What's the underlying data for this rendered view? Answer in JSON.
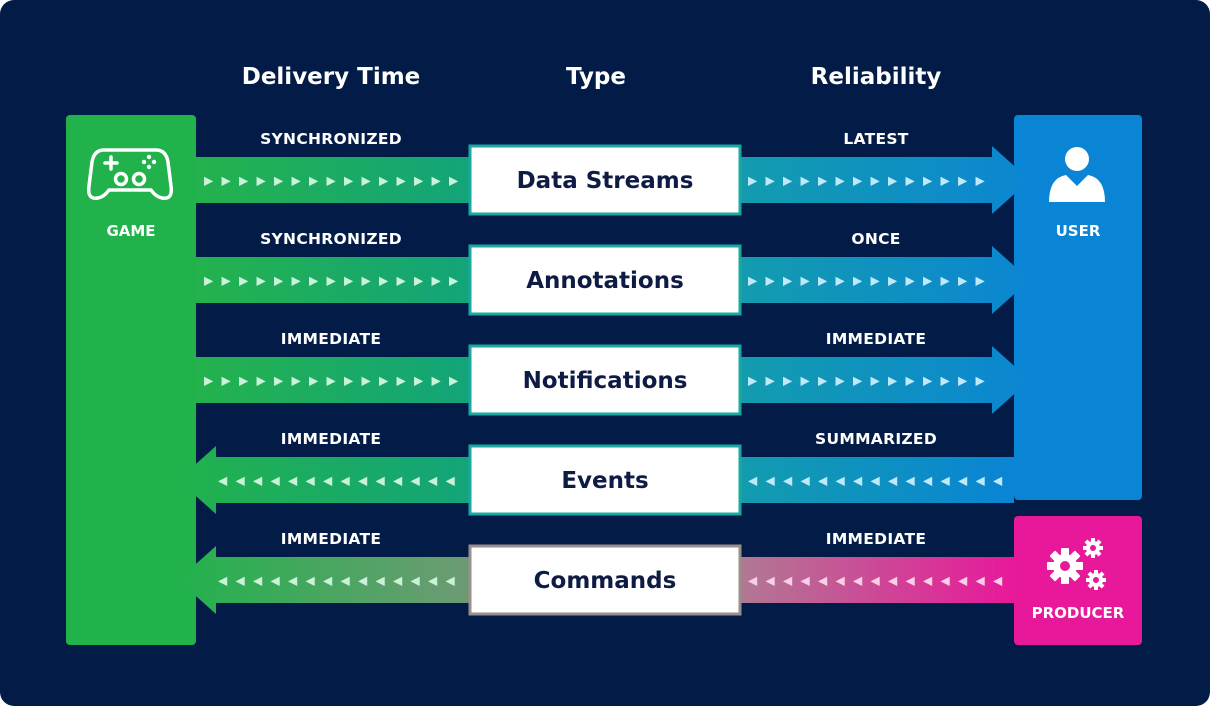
{
  "headers": {
    "delivery_time": "Delivery Time",
    "type": "Type",
    "reliability": "Reliability"
  },
  "entities": {
    "game": "GAME",
    "user": "USER",
    "producer": "PRODUCER"
  },
  "rows": [
    {
      "type": "Data Streams",
      "delivery": "SYNCHRONIZED",
      "reliability": "LATEST",
      "direction": "to-user"
    },
    {
      "type": "Annotations",
      "delivery": "SYNCHRONIZED",
      "reliability": "ONCE",
      "direction": "to-user"
    },
    {
      "type": "Notifications",
      "delivery": "IMMEDIATE",
      "reliability": "IMMEDIATE",
      "direction": "to-user"
    },
    {
      "type": "Events",
      "delivery": "IMMEDIATE",
      "reliability": "SUMMARIZED",
      "direction": "to-game"
    },
    {
      "type": "Commands",
      "delivery": "IMMEDIATE",
      "reliability": "IMMEDIATE",
      "direction": "producer-to-game"
    }
  ],
  "colors": {
    "background": "#031c47",
    "game": "#22b24c",
    "user": "#0a84d4",
    "producer": "#e8189a",
    "box_text": "#0e1b44"
  },
  "icons": {
    "game": "gamepad-icon",
    "user": "user-icon",
    "producer": "gears-icon"
  }
}
